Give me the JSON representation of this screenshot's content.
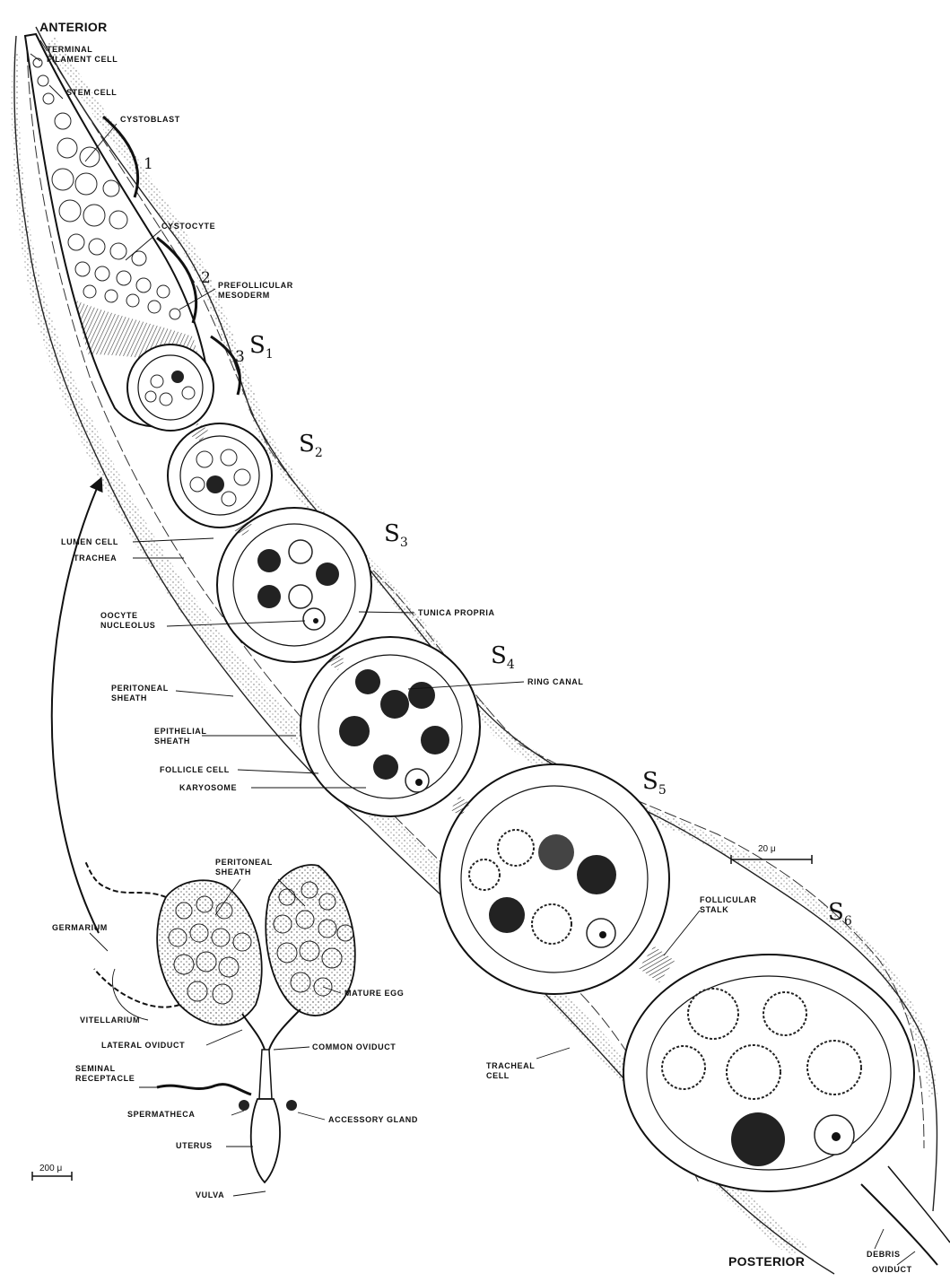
{
  "orientation": {
    "anterior": "ANTERIOR",
    "posterior": "POSTERIOR"
  },
  "germarium_regions": [
    "1",
    "2",
    "3"
  ],
  "stages": [
    {
      "letter": "S",
      "num": "1"
    },
    {
      "letter": "S",
      "num": "2"
    },
    {
      "letter": "S",
      "num": "3"
    },
    {
      "letter": "S",
      "num": "4"
    },
    {
      "letter": "S",
      "num": "5"
    },
    {
      "letter": "S",
      "num": "6"
    }
  ],
  "labels": {
    "terminal_filament_cell": "TERMINAL\nFILAMENT CELL",
    "stem_cell": "STEM CELL",
    "cystoblast": "CYSTOBLAST",
    "cystocyte": "CYSTOCYTE",
    "prefollicular_mesoderm": "PREFOLLICULAR\nMESODERM",
    "lumen_cell": "LUMEN CELL",
    "trachea": "TRACHEA",
    "oocyte_nucleolus": "OOCYTE\nNUCLEOLUS",
    "tunica_propria": "TUNICA PROPRIA",
    "ring_canal": "RING CANAL",
    "peritoneal_sheath_left": "PERITONEAL\nSHEATH",
    "epithelial_sheath": "EPITHELIAL\nSHEATH",
    "follicle_cell": "FOLLICLE CELL",
    "karyosome": "KARYOSOME",
    "follicular_stalk": "FOLLICULAR\nSTALK",
    "tracheal_cell": "TRACHEAL\nCELL",
    "debris": "DEBRIS",
    "oviduct": "OVIDUCT"
  },
  "inset_labels": {
    "peritoneal_sheath": "PERITONEAL\nSHEATH",
    "germarium": "GERMARIUM",
    "vitellarium": "VITELLARIUM",
    "mature_egg": "MATURE EGG",
    "lateral_oviduct": "LATERAL OVIDUCT",
    "common_oviduct": "COMMON OVIDUCT",
    "seminal_receptacle": "SEMINAL\nRECEPTACLE",
    "spermatheca": "SPERMATHECA",
    "accessory_gland": "ACCESSORY GLAND",
    "uterus": "UTERUS",
    "vulva": "VULVA"
  },
  "scale_bars": {
    "main": "20 μ",
    "inset": "200 μ"
  }
}
